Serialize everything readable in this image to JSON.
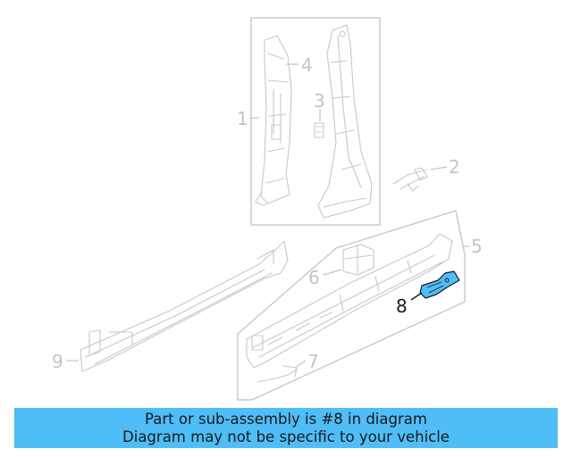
{
  "callouts": {
    "c1": "1",
    "c2": "2",
    "c3": "3",
    "c4": "4",
    "c5": "5",
    "c6": "6",
    "c7": "7",
    "c8": "8",
    "c9": "9"
  },
  "highlighted_part": "8",
  "colors": {
    "highlight_part": "#4fbdf7",
    "banner_background": "#4fbdf7",
    "line_art": "#c8c8c8"
  },
  "banner": {
    "line1": "Part or sub-assembly is #8 in diagram",
    "line2": "Diagram may not be specific to your vehicle"
  }
}
